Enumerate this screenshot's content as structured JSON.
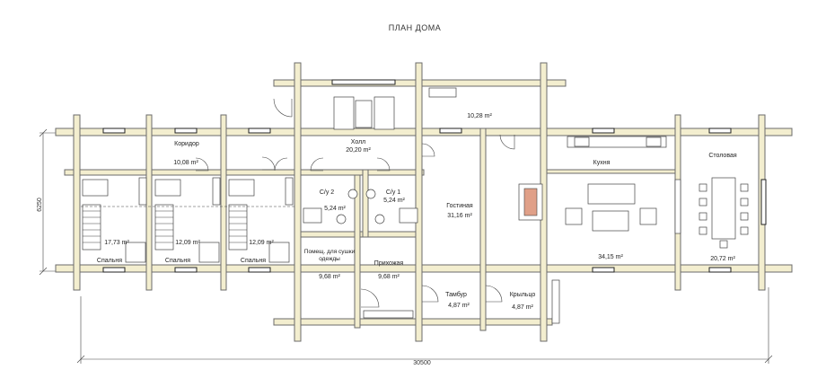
{
  "title": "ПЛАН ДОМА",
  "dimensions": {
    "total_length": "30500",
    "height": "6250"
  },
  "rooms": {
    "bedroom1": {
      "name": "Спальня",
      "area": "17,73 m²"
    },
    "bedroom2": {
      "name": "Спальня",
      "area": "12,09 m²"
    },
    "bedroom3": {
      "name": "Спальня",
      "area": "12,09 m²"
    },
    "corridor": {
      "name": "Коридор",
      "area": "10,08 m²"
    },
    "hall": {
      "name": "Холл",
      "area": "20,20 m²"
    },
    "bath2": {
      "name": "С/у 2",
      "area": "5,24 m²"
    },
    "bath1": {
      "name": "С/у 1",
      "area": "5,24 m²"
    },
    "drying": {
      "name": "Помещ. для сушки одежды",
      "area": "9,68 m²"
    },
    "entry": {
      "name": "Прихожая",
      "area": "9,68 m²"
    },
    "room1028": {
      "area": "10,28 m²"
    },
    "living": {
      "name": "Гостиная",
      "area": "31,16 m²"
    },
    "kitchen": {
      "name": "Кухня",
      "area": "34,15 m²"
    },
    "dining": {
      "name": "Столовая",
      "area": "20,72 m²"
    },
    "vestibule": {
      "name": "Тамбур",
      "area": "4,87 m²"
    },
    "porch": {
      "name": "Крыльцо",
      "area": "4,87 m²"
    }
  }
}
